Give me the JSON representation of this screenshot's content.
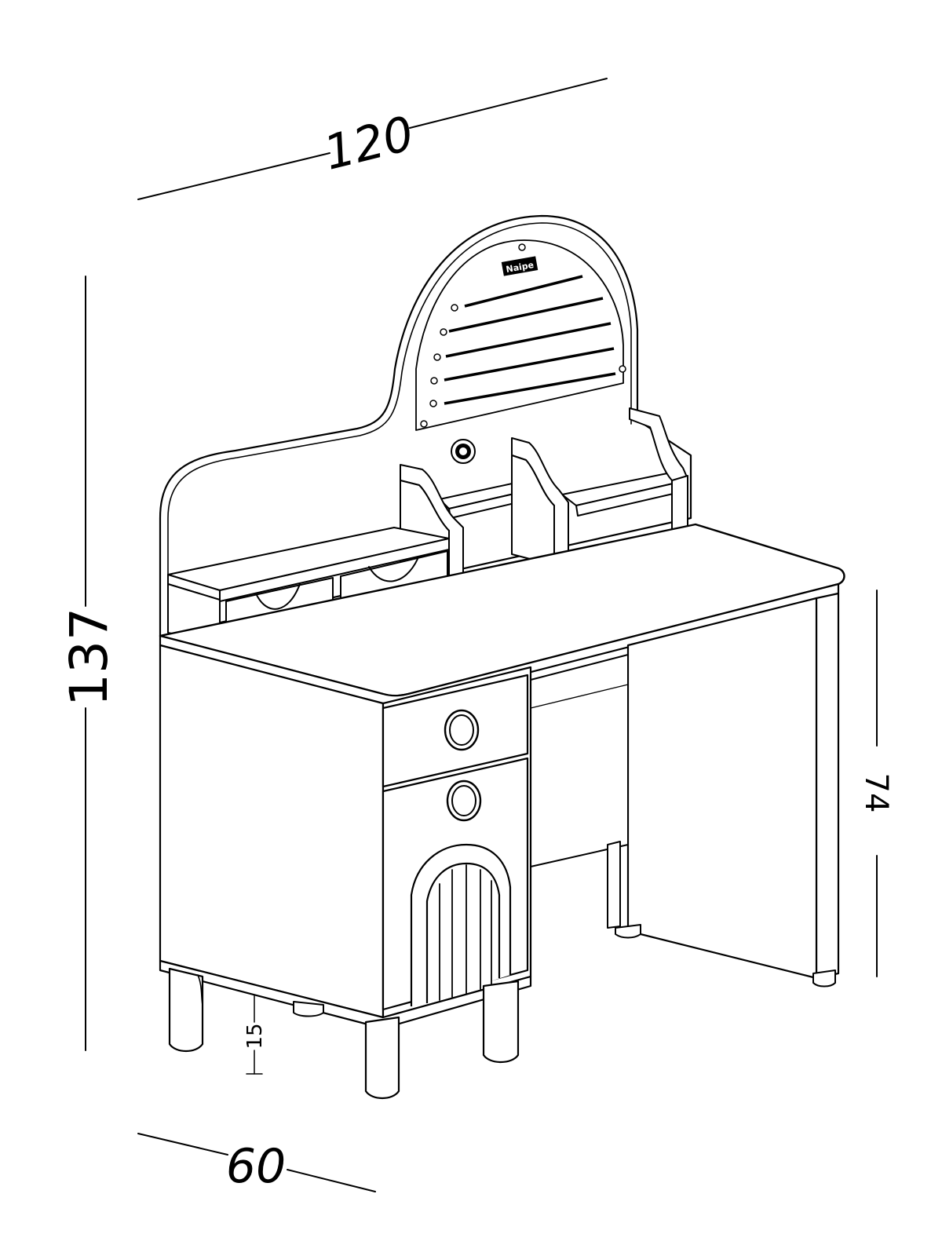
{
  "dimensions": {
    "width": "120",
    "height": "137",
    "depth": "60",
    "knee_width": "74",
    "desk_height": "74",
    "leg_height": "15"
  },
  "logo_text": "Naipe",
  "colors": {
    "line": "#000000",
    "background": "#ffffff"
  }
}
